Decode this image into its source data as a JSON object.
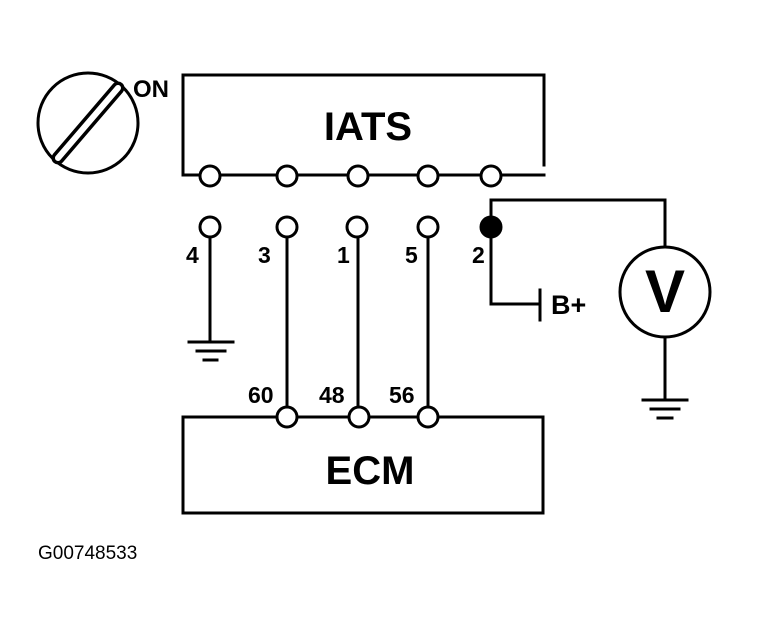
{
  "switch_label": "ON",
  "iats_label": "IATS",
  "ecm_label": "ECM",
  "voltmeter_label": "V",
  "battery_label": "B+",
  "pin_labels": [
    "4",
    "3",
    "1",
    "5",
    "2"
  ],
  "ecm_pin_labels": [
    "60",
    "48",
    "56"
  ],
  "figure_id": "G00748533"
}
